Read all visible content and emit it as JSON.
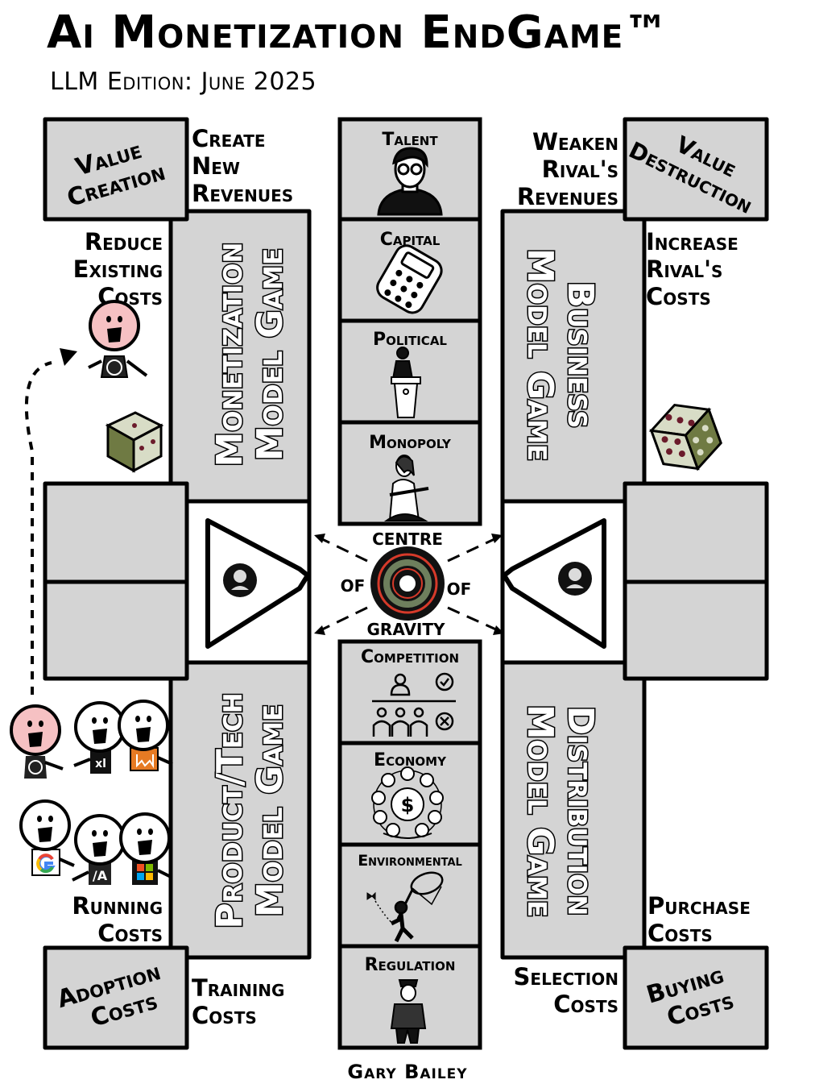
{
  "header": {
    "title": "Ai Monetization EndGame™",
    "subtitle": "LLM Edition: June 2025"
  },
  "corners": {
    "value_creation": [
      "Value",
      "Creation"
    ],
    "value_destruction": [
      "Value",
      "Destruction"
    ],
    "adoption_costs": [
      "Adoption",
      "Costs"
    ],
    "buying_costs": [
      "Buying",
      "Costs"
    ]
  },
  "labels": {
    "create_new_revenues": [
      "Create",
      "New",
      "Revenues"
    ],
    "weaken_rivals_revenues": [
      "Weaken",
      "Rival's",
      "Revenues"
    ],
    "reduce_existing_costs": [
      "Reduce",
      "Existing",
      "Costs"
    ],
    "increase_rivals_costs": [
      "Increase",
      "Rival's",
      "Costs"
    ],
    "running_costs": [
      "Running",
      "Costs"
    ],
    "purchase_costs": [
      "Purchase",
      "Costs"
    ],
    "training_costs": [
      "Training",
      "Costs"
    ],
    "selection_costs": [
      "Selection",
      "Costs"
    ]
  },
  "games": {
    "monetization": [
      "Monetization",
      "Model Game"
    ],
    "business": [
      "Business",
      "Model Game"
    ],
    "product_tech": [
      "Product/Tech",
      "Model Game"
    ],
    "distribution": [
      "Distribution",
      "Model Game"
    ]
  },
  "top_stack": [
    "Talent",
    "Capital",
    "Political",
    "Monopoly"
  ],
  "bottom_stack": [
    "Competition",
    "Economy",
    "Environmental",
    "Regulation"
  ],
  "centre": {
    "top": "CENTRE",
    "left": "OF",
    "right": "OF",
    "bottom": "GRAVITY"
  },
  "credit": "Gary Bailey",
  "colors": {
    "board_gray": "#d4d4d4",
    "outline": "#000000",
    "face_pink": "#f6c1c3",
    "die_olive": "#6f7a43",
    "die_light": "#d8dcc6",
    "target_green": "#6e7f5d",
    "target_red": "#d63a2a"
  },
  "icons": {
    "talent": "person-with-glasses-icon",
    "capital": "calculator-icon",
    "political": "speaker-podium-icon",
    "monopoly": "woman-with-rifle-icon",
    "competition": "selection-panel-icon",
    "economy": "circular-economy-dollar-icon",
    "environmental": "butterfly-net-icon",
    "regulation": "police-officer-icon",
    "players": [
      "openai-logo",
      "xai-logo",
      "mistral-logo",
      "google-logo",
      "anthropic-logo",
      "microsoft-logo"
    ]
  }
}
